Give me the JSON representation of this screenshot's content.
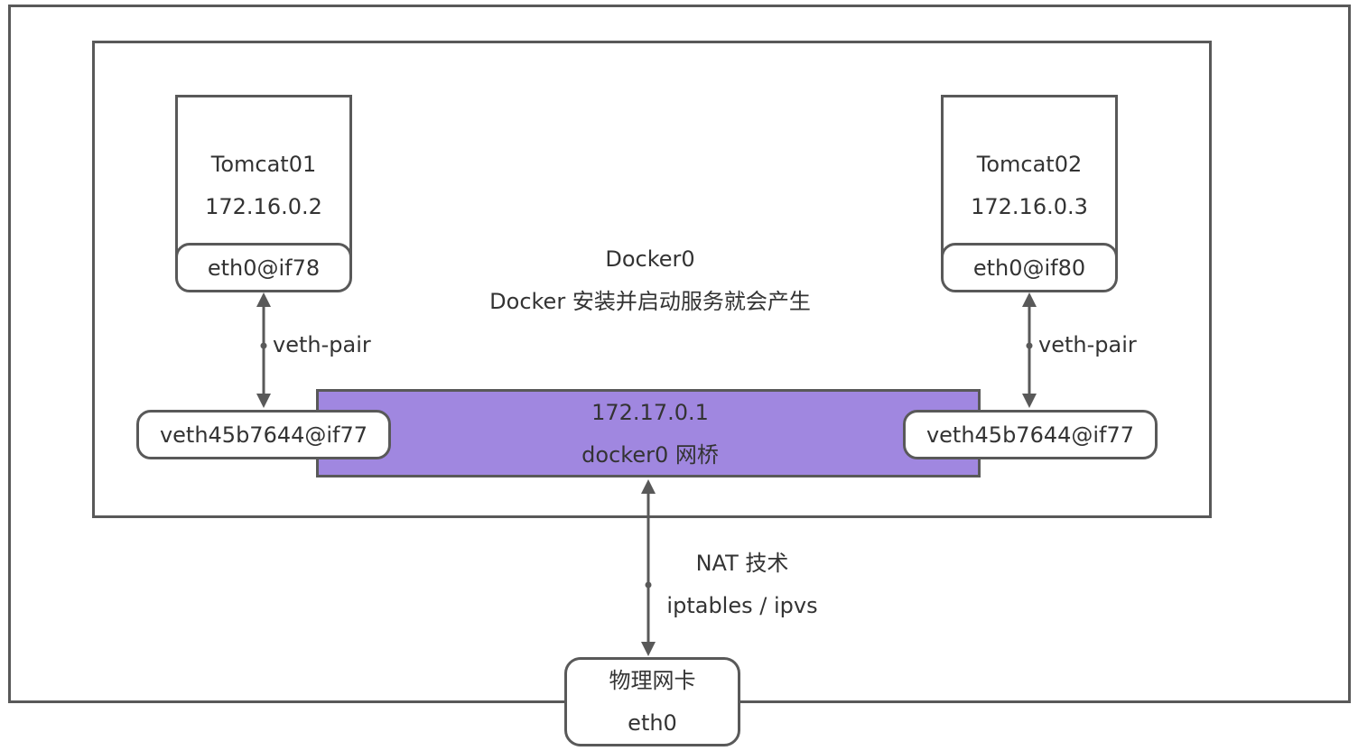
{
  "colors": {
    "stroke": "#595959",
    "bridge_fill": "#a087e0",
    "text": "#333333"
  },
  "host": {
    "title": "Docker0",
    "subtitle": "Docker 安装并启动服务就会产生"
  },
  "containers": [
    {
      "name": "Tomcat01",
      "ip": "172.16.0.2",
      "interface": "eth0@if78",
      "link_label": "veth-pair",
      "host_veth": "veth45b7644@if77"
    },
    {
      "name": "Tomcat02",
      "ip": "172.16.0.3",
      "interface": "eth0@if80",
      "link_label": "veth-pair",
      "host_veth": "veth45b7644@if77"
    }
  ],
  "bridge": {
    "ip": "172.17.0.1",
    "name": "docker0 网桥"
  },
  "nat": {
    "title": "NAT 技术",
    "detail": "iptables / ipvs"
  },
  "physical_nic": {
    "title": "物理网卡",
    "name": "eth0"
  }
}
